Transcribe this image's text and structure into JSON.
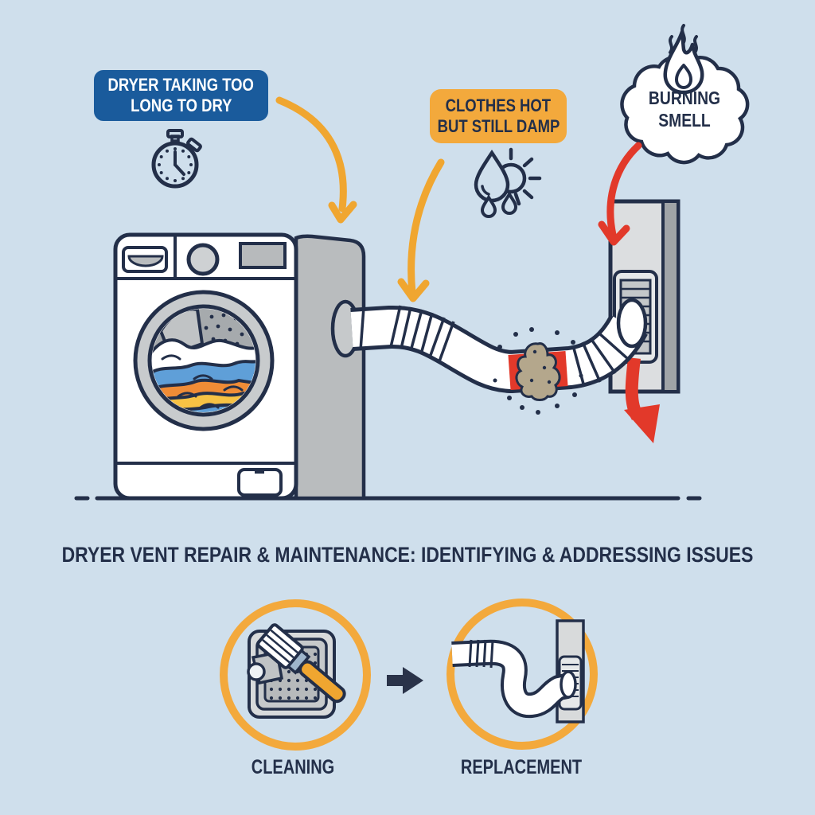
{
  "title": "DRYER VENT REPAIR & MAINTENANCE: IDENTIFYING & ADDRESSING ISSUES",
  "symptom_callouts": {
    "slow_drying": {
      "label_line1": "DRYER TAKING TOO",
      "label_line2": "LONG TO DRY",
      "badge_color": "#1a5b9c",
      "text_color": "#ffffff",
      "icon": "stopwatch-icon"
    },
    "damp_clothes": {
      "label_line1": "CLOTHES HOT",
      "label_line2": "BUT STILL DAMP",
      "badge_color": "#f3a93c",
      "text_color": "#232f49",
      "icon": "water-drop-sun-icon"
    },
    "burning_smell": {
      "label_line1": "BURNING",
      "label_line2": "SMELL",
      "badge_color": "#ffffff",
      "text_color": "#232f49",
      "icon": "flame-icon"
    }
  },
  "solutions": [
    {
      "label": "CLEANING",
      "icon": "vent-cover-brush-icon",
      "ring_color": "#f3a93c"
    },
    {
      "label": "REPLACEMENT",
      "icon": "new-vent-hose-icon",
      "ring_color": "#f3a93c"
    }
  ],
  "illustration": {
    "subject": "front-load dryer with clogged vent hose leading to wall vent",
    "issue_marker": "lint-clog-in-vent-hose",
    "colors": {
      "background": "#cfdfec",
      "ink": "#232f49",
      "accent_orange": "#f0a630",
      "alert_red": "#e2392a",
      "clog_lint": "#b4a78c",
      "machine_gray": "#b9bcbe",
      "wall_gray": "#dcdee0"
    }
  }
}
